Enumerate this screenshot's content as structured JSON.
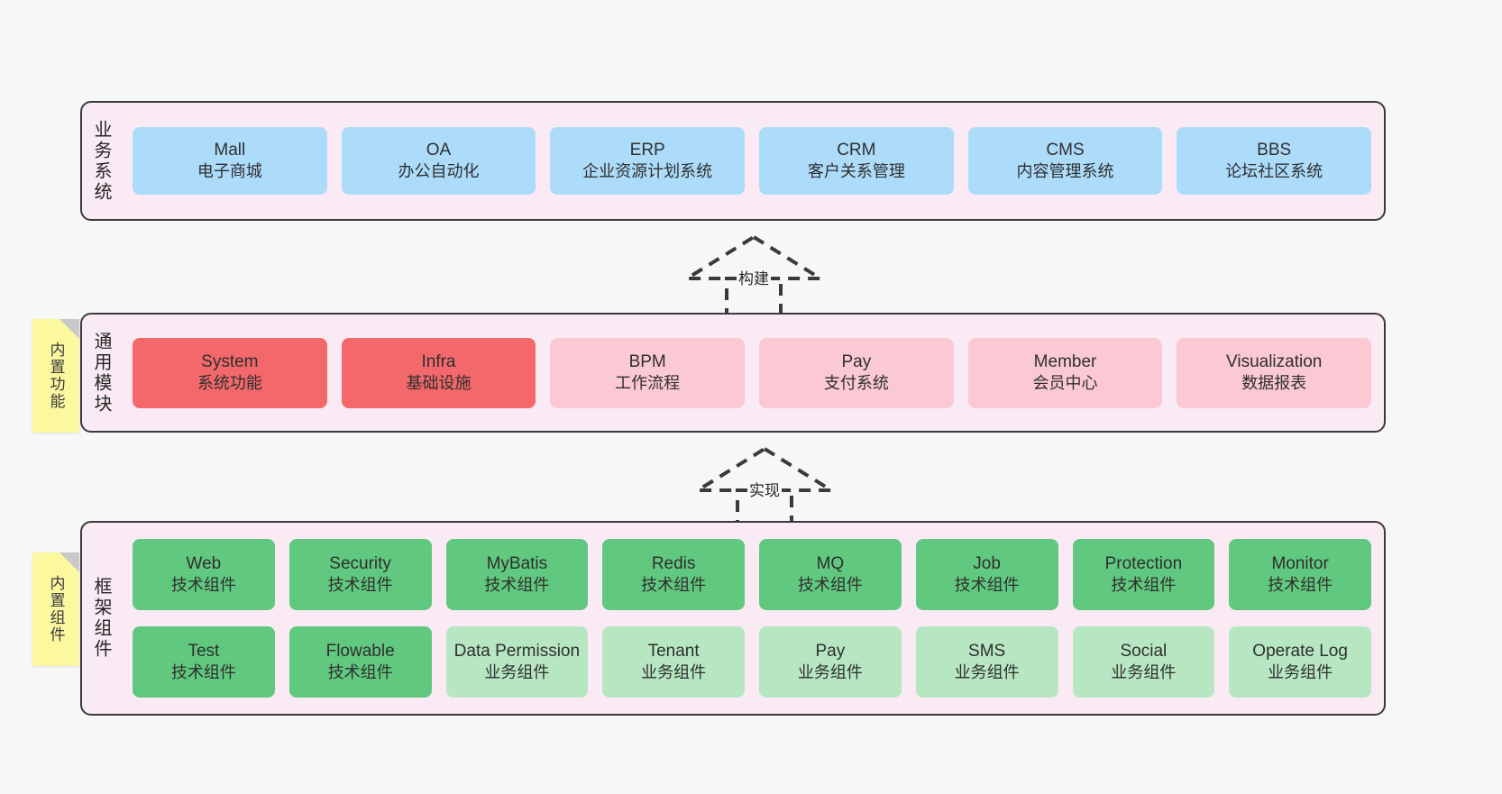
{
  "diagram": {
    "background_color": "#f7f7f7",
    "layer_fill": "#faeaf4",
    "layer_border": "#3a3a3a"
  },
  "layers": [
    {
      "id": "business-systems",
      "label": "业务系统",
      "sticky": null,
      "rows": [
        {
          "cards": [
            {
              "en": "Mall",
              "cn": "电子商城",
              "color": "#addcfb"
            },
            {
              "en": "OA",
              "cn": "办公自动化",
              "color": "#addcfb"
            },
            {
              "en": "ERP",
              "cn": "企业资源计划系统",
              "color": "#addcfb"
            },
            {
              "en": "CRM",
              "cn": "客户关系管理",
              "color": "#addcfb"
            },
            {
              "en": "CMS",
              "cn": "内容管理系统",
              "color": "#addcfb"
            },
            {
              "en": "BBS",
              "cn": "论坛社区系统",
              "color": "#addcfb"
            }
          ]
        }
      ]
    },
    {
      "id": "common-modules",
      "label": "通用模块",
      "sticky": {
        "text": "内置功能",
        "color": "#fbf8a0"
      },
      "rows": [
        {
          "cards": [
            {
              "en": "System",
              "cn": "系统功能",
              "color": "#f2686b"
            },
            {
              "en": "Infra",
              "cn": "基础设施",
              "color": "#f2686b"
            },
            {
              "en": "BPM",
              "cn": "工作流程",
              "color": "#fbc9d3"
            },
            {
              "en": "Pay",
              "cn": "支付系统",
              "color": "#fbc9d3"
            },
            {
              "en": "Member",
              "cn": "会员中心",
              "color": "#fbc9d3"
            },
            {
              "en": "Visualization",
              "cn": "数据报表",
              "color": "#fbc9d3"
            }
          ]
        }
      ]
    },
    {
      "id": "framework-components",
      "label": "框架组件",
      "sticky": {
        "text": "内置组件",
        "color": "#fbf8a0"
      },
      "rows": [
        {
          "cards": [
            {
              "en": "Web",
              "cn": "技术组件",
              "color": "#61c97f"
            },
            {
              "en": "Security",
              "cn": "技术组件",
              "color": "#61c97f"
            },
            {
              "en": "MyBatis",
              "cn": "技术组件",
              "color": "#61c97f"
            },
            {
              "en": "Redis",
              "cn": "技术组件",
              "color": "#61c97f"
            },
            {
              "en": "MQ",
              "cn": "技术组件",
              "color": "#61c97f"
            },
            {
              "en": "Job",
              "cn": "技术组件",
              "color": "#61c97f"
            },
            {
              "en": "Protection",
              "cn": "技术组件",
              "color": "#61c97f"
            },
            {
              "en": "Monitor",
              "cn": "技术组件",
              "color": "#61c97f"
            }
          ]
        },
        {
          "cards": [
            {
              "en": "Test",
              "cn": "技术组件",
              "color": "#61c97f"
            },
            {
              "en": "Flowable",
              "cn": "技术组件",
              "color": "#61c97f"
            },
            {
              "en": "Data Permission",
              "cn": "业务组件",
              "color": "#b7e7c2"
            },
            {
              "en": "Tenant",
              "cn": "业务组件",
              "color": "#b7e7c2"
            },
            {
              "en": "Pay",
              "cn": "业务组件",
              "color": "#b7e7c2"
            },
            {
              "en": "SMS",
              "cn": "业务组件",
              "color": "#b7e7c2"
            },
            {
              "en": "Social",
              "cn": "业务组件",
              "color": "#b7e7c2"
            },
            {
              "en": "Operate Log",
              "cn": "业务组件",
              "color": "#b7e7c2"
            }
          ]
        }
      ]
    }
  ],
  "connectors": [
    {
      "id": "build",
      "label": "构建"
    },
    {
      "id": "implement",
      "label": "实现"
    }
  ]
}
